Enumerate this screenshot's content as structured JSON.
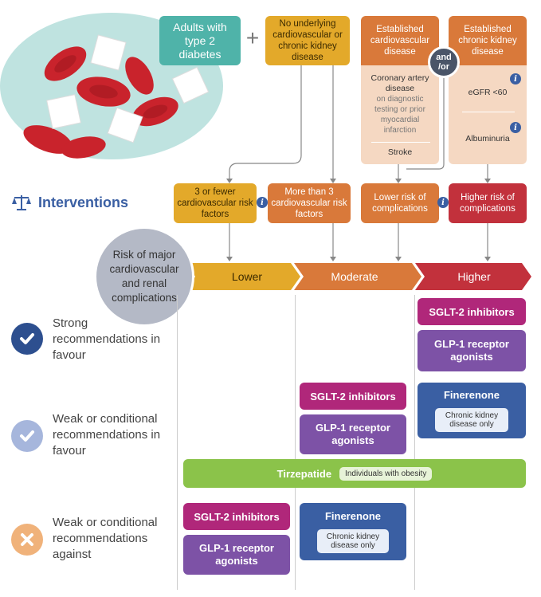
{
  "header": {
    "adults": "Adults with type 2 diabetes",
    "plus": "+",
    "no_disease": "No underlying cardiovascular or chronic kidney disease",
    "established_cv": "Established cardiovascular disease",
    "established_ckd": "Established chronic kidney disease",
    "and_or": "and /or",
    "cad_title": "Coronary artery disease",
    "cad_detail": "on diagnostic testing or prior myocardial infarction",
    "stroke": "Stroke",
    "egfr": "eGFR <60",
    "albuminuria": "Albuminuria",
    "info_glyph": "i"
  },
  "interventions": {
    "label": "Interventions",
    "icon": "scales-icon"
  },
  "risk_factors": {
    "fewer": "3 or fewer cardiovascular risk factors",
    "more": "More than 3 cardiovascular risk factors",
    "lower_risk": "Lower risk of complications",
    "higher_risk": "Higher risk of complications"
  },
  "risk_bar": {
    "circle_label": "Risk of major cardiovascular and renal complications",
    "lower": "Lower",
    "moderate": "Moderate",
    "higher": "Higher"
  },
  "recommendations": {
    "strong": "Strong recommendations in favour",
    "weak_favour": "Weak or conditional recommendations in favour",
    "weak_against": "Weak or conditional recommendations against"
  },
  "drugs": {
    "sglt2": "SGLT-2 inhibitors",
    "glp1": "GLP-1 receptor agonists",
    "finerenone": "Finerenone",
    "ckd_only": "Chronic kidney disease only",
    "tirzepatide": "Tirzepatide",
    "obesity": "Individuals with obesity"
  },
  "colors": {
    "teal": "#4fb3a9",
    "yellow": "#e3a92a",
    "orange": "#d9793a",
    "red": "#c2313c",
    "magenta": "#b0277a",
    "purple": "#7d52a6",
    "blue": "#3a5fa3",
    "green": "#8bc34a"
  }
}
